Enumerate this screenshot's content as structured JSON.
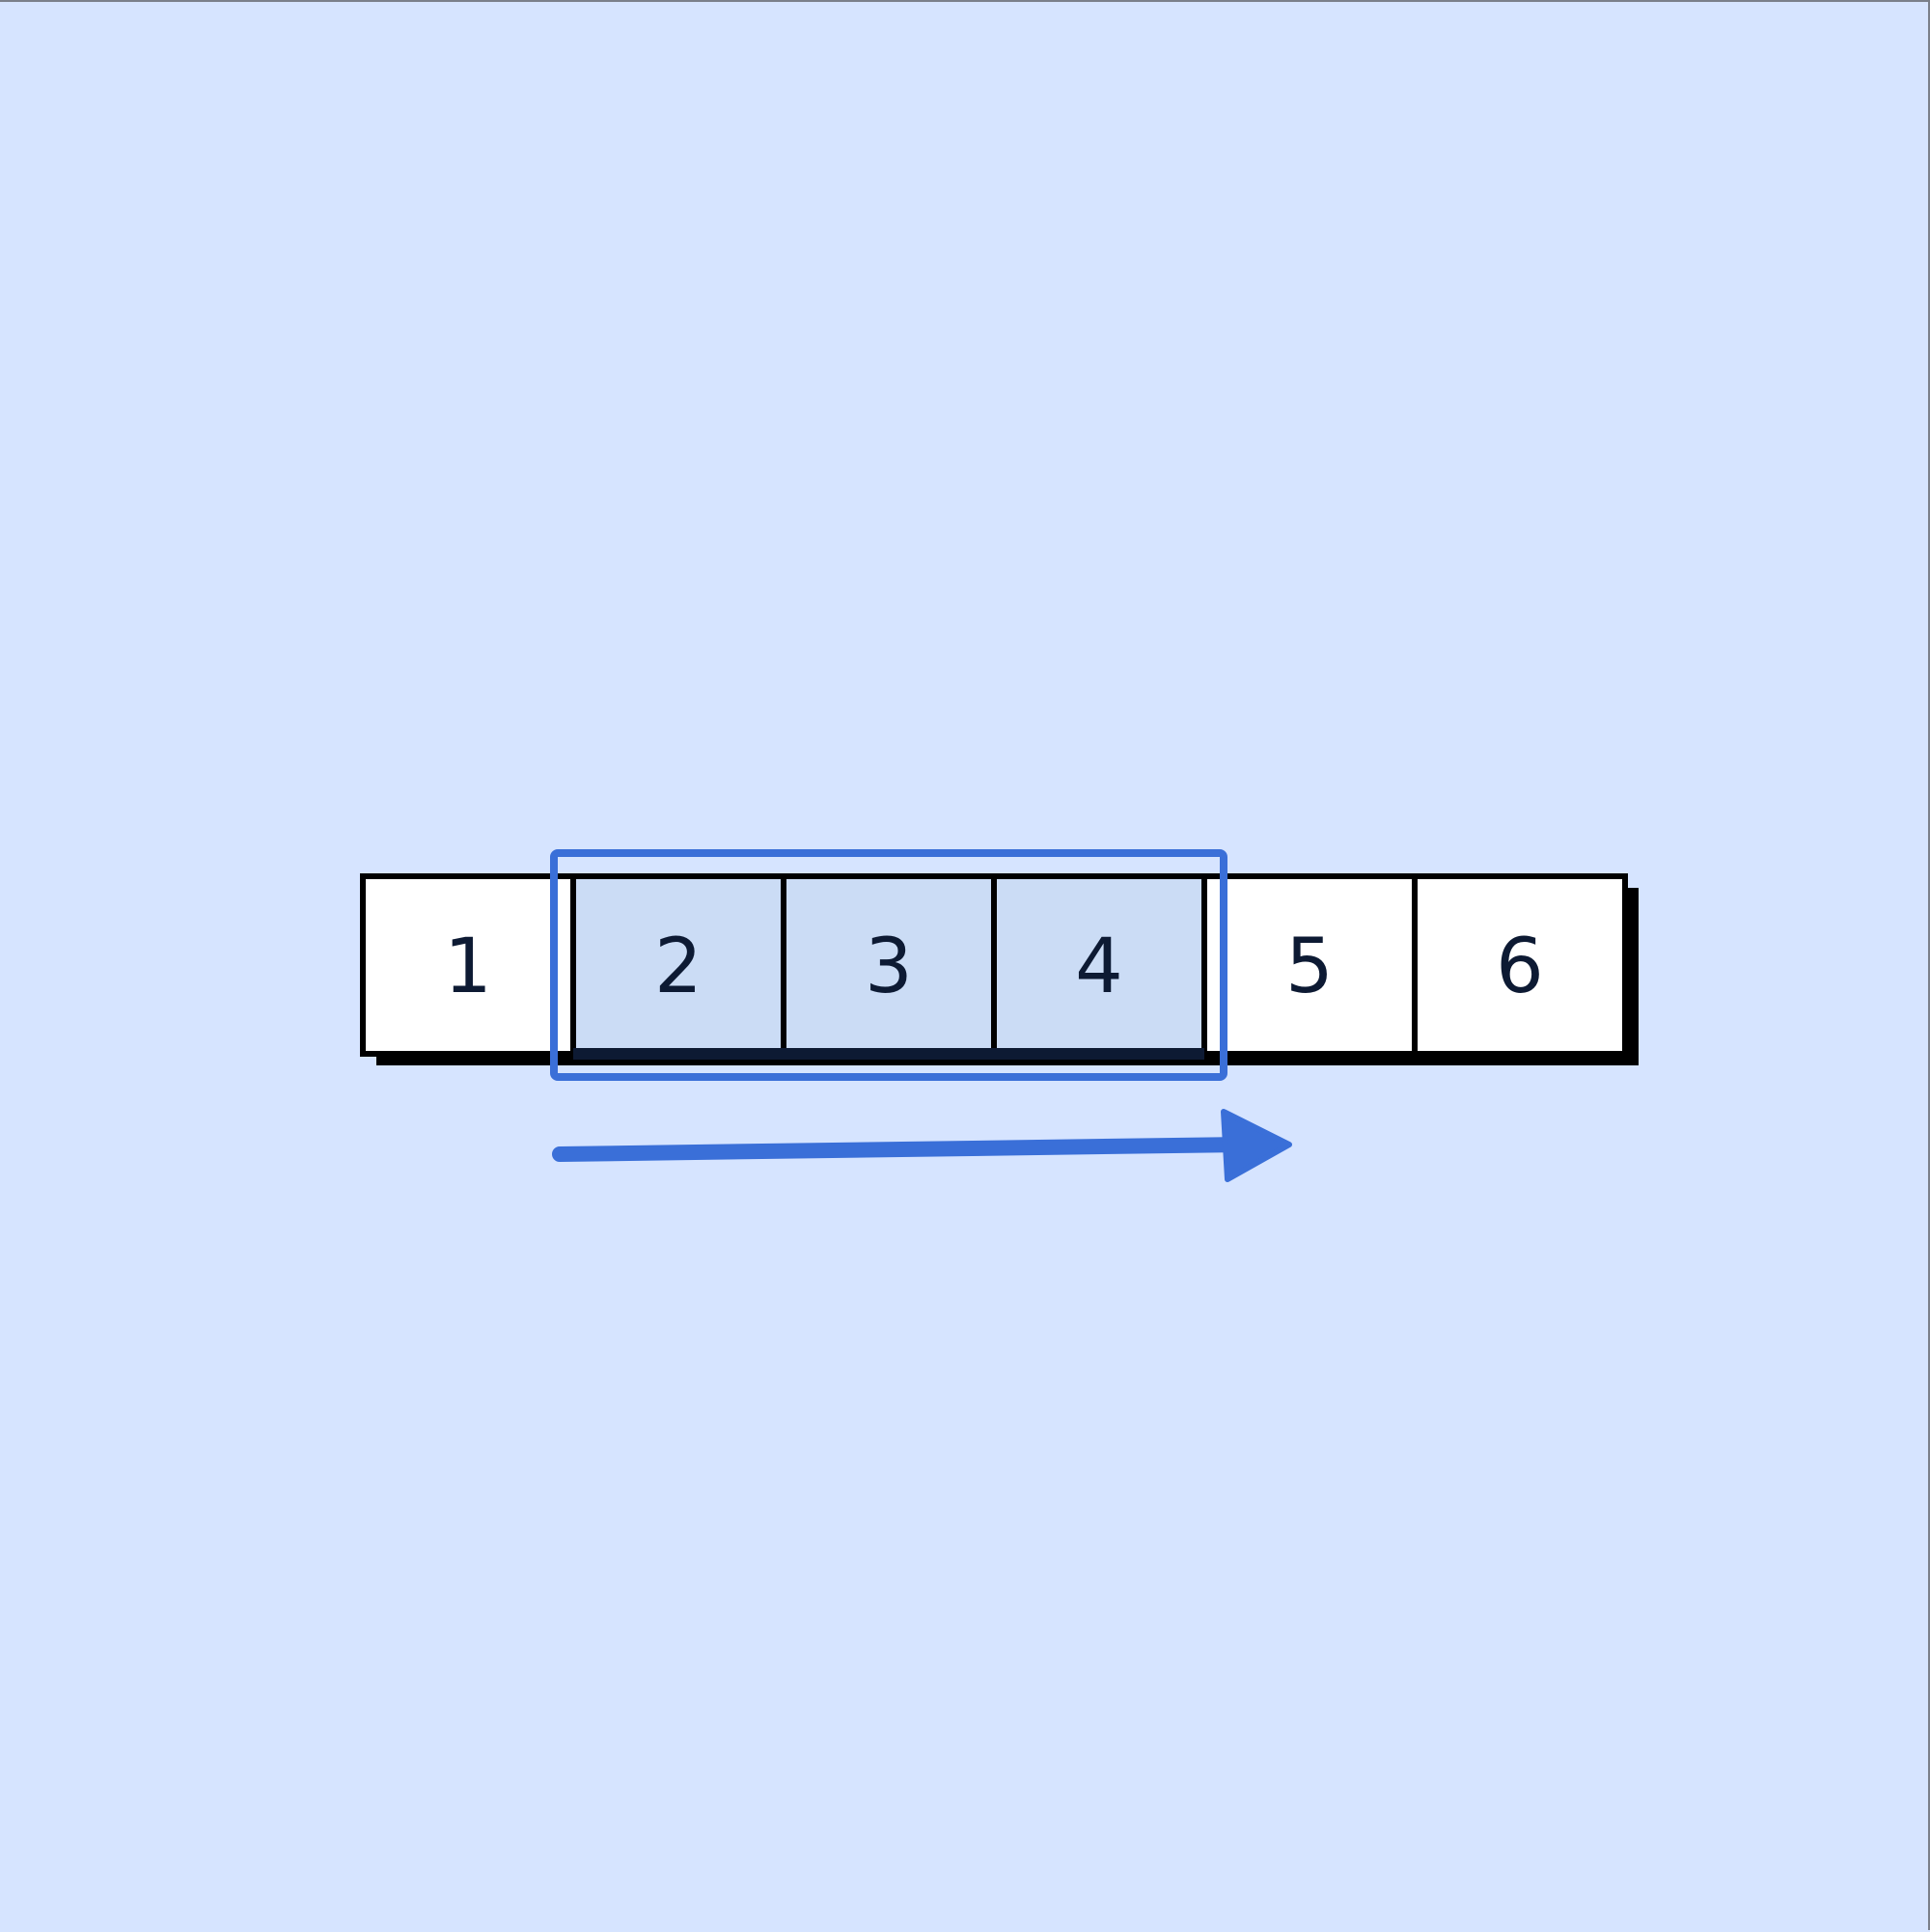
{
  "diagram": {
    "cells": [
      {
        "label": "1",
        "highlighted": false
      },
      {
        "label": "2",
        "highlighted": true
      },
      {
        "label": "3",
        "highlighted": true
      },
      {
        "label": "4",
        "highlighted": true
      },
      {
        "label": "5",
        "highlighted": false
      },
      {
        "label": "6",
        "highlighted": false
      }
    ],
    "window": {
      "start_index": 1,
      "end_index": 3
    },
    "direction": "right"
  },
  "colors": {
    "background": "#d6e4ff",
    "cell_fill": "#ffffff",
    "highlight_fill": "#cbdcf5",
    "cell_stroke": "#000000",
    "window_stroke": "#3a6fd8",
    "arrow": "#3a6fd8"
  }
}
